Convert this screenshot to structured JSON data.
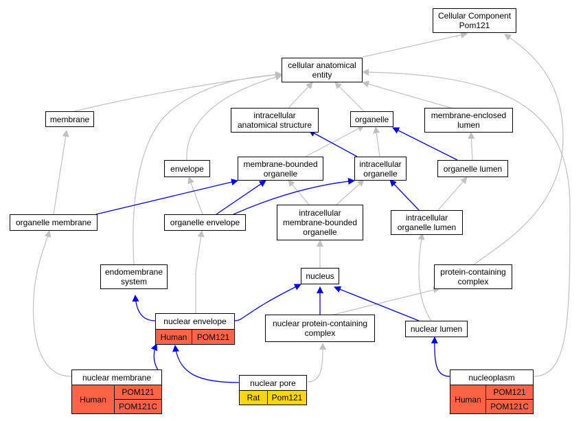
{
  "colors": {
    "gray_edge": "#c0c0c0",
    "blue_edge": "#0000ff",
    "human_fill": "#ff6347",
    "rat_fill": "#ffd700"
  },
  "nodes": {
    "cellular_component": "Cellular Component\nPom121",
    "cellular_anatomical_entity": "cellular anatomical\nentity",
    "membrane": "membrane",
    "intracellular_anatomical_structure": "intracellular\nanatomical structure",
    "organelle": "organelle",
    "membrane_enclosed_lumen": "membrane-enclosed\nlumen",
    "envelope": "envelope",
    "membrane_bounded_organelle": "membrane-bounded\norganelle",
    "intracellular_organelle": "intracellular\norganelle",
    "organelle_lumen": "organelle lumen",
    "organelle_membrane": "organelle membrane",
    "organelle_envelope": "organelle envelope",
    "intracellular_membrane_bounded_organelle": "intracellular\nmembrane-bounded\norganelle",
    "intracellular_organelle_lumen": "intracellular\norganelle lumen",
    "endomembrane_system": "endomembrane\nsystem",
    "nucleus": "nucleus",
    "protein_containing_complex": "protein-containing\ncomplex",
    "nuclear_protein_containing_complex": "nuclear protein-containing\ncomplex",
    "nuclear_lumen": "nuclear lumen"
  },
  "annotated": {
    "nuclear_envelope": {
      "title": "nuclear envelope",
      "species": "Human",
      "genes": [
        "POM121"
      ]
    },
    "nuclear_membrane": {
      "title": "nuclear membrane",
      "species": "Human",
      "genes": [
        "POM121",
        "POM121C"
      ]
    },
    "nuclear_pore": {
      "title": "nuclear pore",
      "species": "Rat",
      "genes": [
        "Pom121"
      ]
    },
    "nucleoplasm": {
      "title": "nucleoplasm",
      "species": "Human",
      "genes": [
        "POM121",
        "POM121C"
      ]
    }
  }
}
